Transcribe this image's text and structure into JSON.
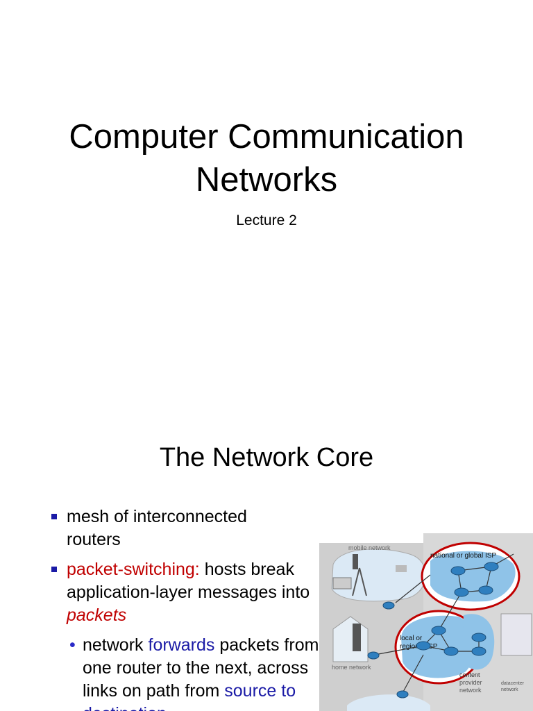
{
  "slide1": {
    "title_line1": "Computer Communication",
    "title_line2": "Networks",
    "subtitle": "Lecture 2"
  },
  "slide2": {
    "title": "The Network Core",
    "bullet1": "mesh of interconnected routers",
    "bullet2_red": "packet-switching:",
    "bullet2_rest": "hosts break application-layer messages into",
    "bullet2_italic": "packets",
    "sub_pre": "network",
    "sub_blue": "forwards",
    "sub_mid": "packets from one router to the next, across links on path from",
    "sub_blue2": "source to destination",
    "diagram": {
      "mobile_label": "mobile network",
      "isp_label": "national or global ISP",
      "local_label_1": "local or",
      "local_label_2": "regional ISP",
      "home_label": "home network",
      "content_label_1": "content",
      "content_label_2": "provider",
      "content_label_3": "network",
      "datacenter_label_1": "datacenter",
      "datacenter_label_2": "network"
    }
  },
  "colors": {
    "red": "#c00000",
    "blue": "#1a1aa6",
    "router": "#2f7fbf",
    "isp_fill": "#8fc3e8"
  }
}
